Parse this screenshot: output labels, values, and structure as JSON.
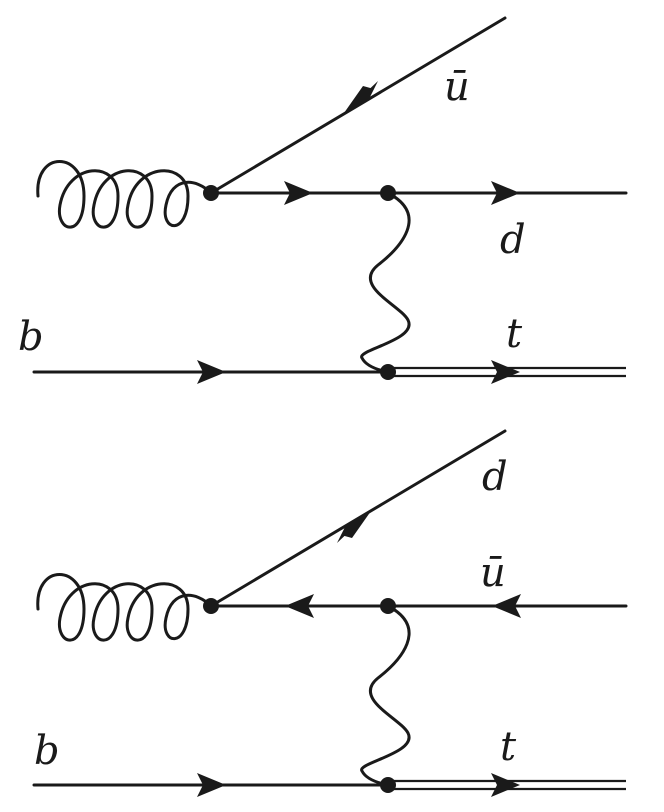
{
  "diagrams": [
    {
      "labels": {
        "top_right": "ū",
        "middle_right": "d",
        "bottom_left": "b",
        "bottom_right": "t"
      }
    },
    {
      "labels": {
        "top_right": "d",
        "middle_right": "ū",
        "bottom_left": "b",
        "bottom_right": "t"
      }
    }
  ],
  "colors": {
    "ink": "#1a1a1a",
    "background": "#ffffff"
  }
}
